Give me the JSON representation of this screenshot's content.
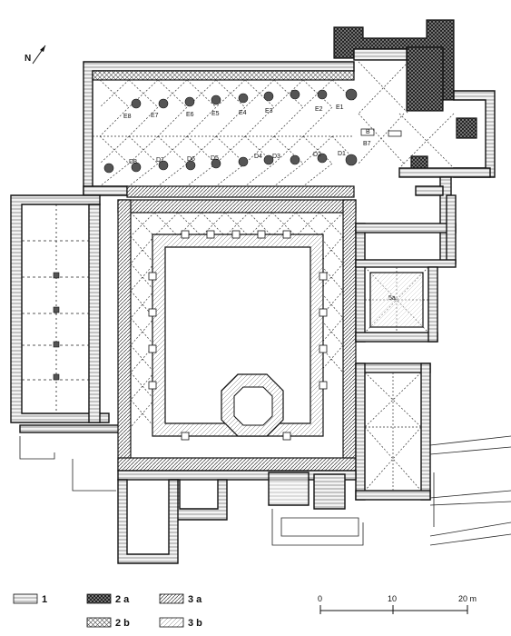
{
  "north": {
    "label": "N"
  },
  "legend": [
    {
      "key": "1",
      "pattern": "hatch1"
    },
    {
      "key": "2 a",
      "pattern": "hatch2a"
    },
    {
      "key": "2 b",
      "pattern": "hatch2b"
    },
    {
      "key": "3 a",
      "pattern": "hatch3a"
    },
    {
      "key": "3 b",
      "pattern": "hatch3b"
    }
  ],
  "scale": {
    "ticks": [
      "0",
      "10",
      "20 m"
    ]
  },
  "bay_labels": {
    "E": [
      "E8",
      "E7",
      "E6",
      "E5",
      "E4",
      "E3",
      "E2",
      "E1"
    ],
    "D": [
      "D8",
      "D7",
      "D6",
      "D5",
      "D4",
      "D3",
      "D2",
      "D1"
    ]
  },
  "room_labels": [
    "B",
    "B7",
    "5a"
  ],
  "icons": [
    "north-arrow-icon"
  ]
}
